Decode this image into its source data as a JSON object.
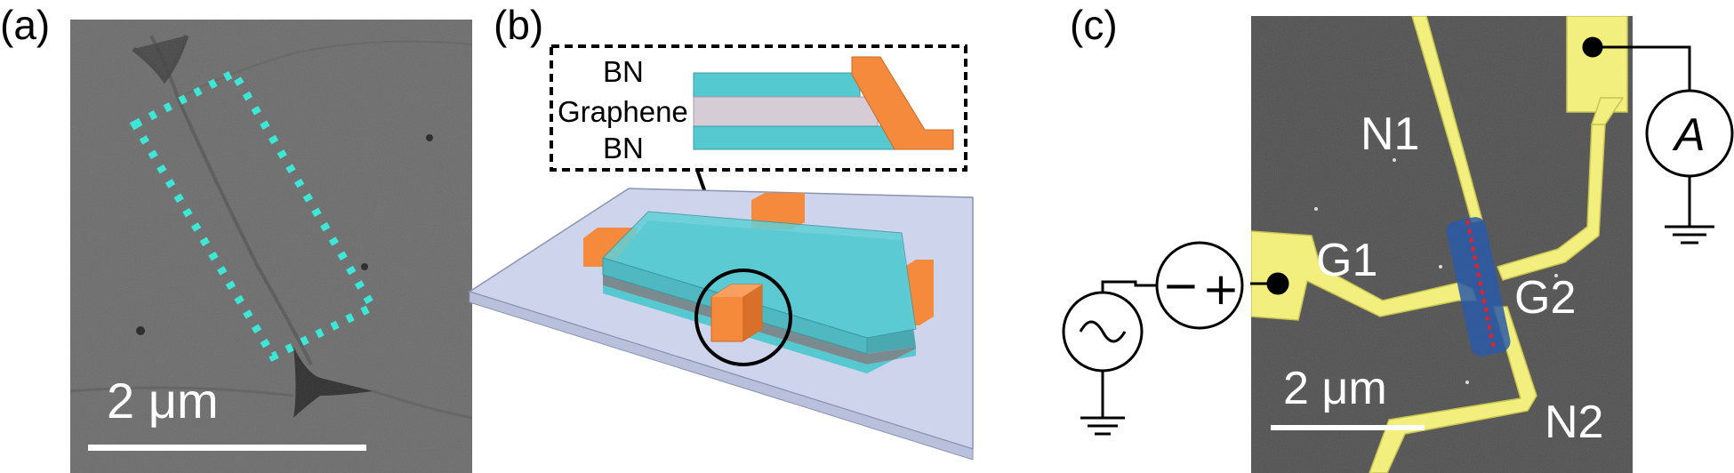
{
  "panels": {
    "a": {
      "label": "(a)",
      "scale_bar": "2 μm",
      "colors": {
        "sem_background": "#6a6a6a",
        "highlight_box": "#3ee6d6",
        "scale_bar": "#ffffff"
      }
    },
    "b": {
      "label": "(b)",
      "layers": {
        "top": "BN",
        "middle": "Graphene",
        "bottom": "BN"
      },
      "colors": {
        "bn": "#56c8d0",
        "graphene": "#d6ccd6",
        "contact": "#f58a3c",
        "substrate": "#cdd4ec"
      }
    },
    "c": {
      "label": "(c)",
      "scale_bar": "2 μm",
      "electrodes": {
        "n1": "N1",
        "n2": "N2",
        "g1": "G1",
        "g2": "G2"
      },
      "meter": "A",
      "source_signs": {
        "minus": "−",
        "plus": "+"
      },
      "colors": {
        "sem_background": "#505050",
        "electrode": "#f2ef7e",
        "channel": "#2a5aa8",
        "channel_line": "#e0202a"
      }
    }
  }
}
